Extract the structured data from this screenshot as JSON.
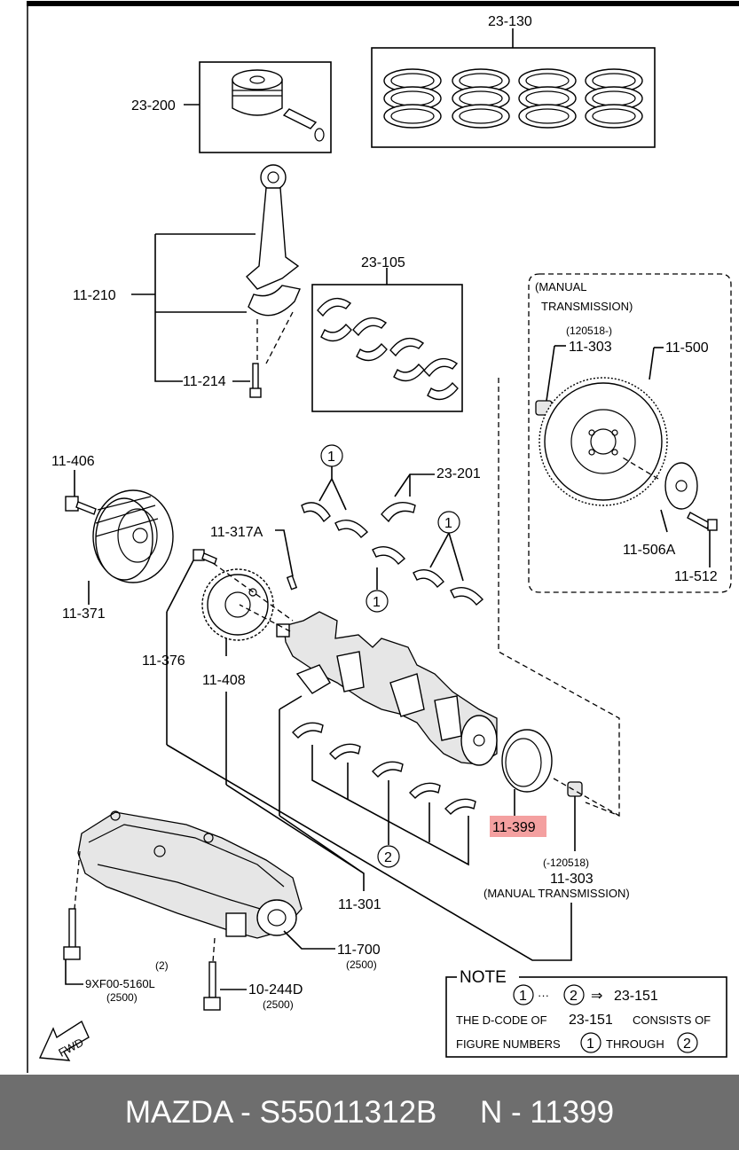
{
  "diagram": {
    "parts": {
      "piston_rings": "23-130",
      "piston": "23-200",
      "connecting_rod": "11-210",
      "conrod_bearings": "23-105",
      "conrod_bolt": "11-214",
      "pulley_bolt": "11-406",
      "crank_pulley": "11-371",
      "pulse_plate_key": "11-317A",
      "thrust_bearing": "23-201",
      "pulse_plate_bolt": "11-376",
      "pulse_plate": "11-408",
      "crankshaft": "11-301",
      "rear_seal": "11-399",
      "pilot_bearing": "11-303",
      "pilot_bearing_top": "11-303",
      "flywheel": "11-500",
      "flywheel_plate": "11-506A",
      "flywheel_bolt": "11-512",
      "balancer": "11-700",
      "balancer_qty": "(2500)",
      "bolt_9xf": "9XF00-5160L",
      "bolt_9xf_qty": "(2)",
      "bolt_9xf_spec": "(2500)",
      "bolt_10": "10-244D",
      "bolt_10_spec": "(2500)"
    },
    "manual_box": {
      "title_line1": "(MANUAL",
      "title_line2": "TRANSMISSION)",
      "date": "(120518-)"
    },
    "lower_note": {
      "date": "(-120518)",
      "transmission": "(MANUAL  TRANSMISSION)"
    },
    "ref_markers": {
      "one": "1",
      "two": "2"
    },
    "note": {
      "title": "NOTE",
      "dots": "···",
      "arrow": "⇒",
      "code": "23-151",
      "line2_a": "THE D-CODE OF",
      "line2_b": "23-151",
      "line2_c": "CONSISTS OF",
      "line3_a": "FIGURE NUMBERS",
      "line3_b": "THROUGH"
    },
    "fwd": "FWD"
  },
  "colors": {
    "highlight": "#f4a0a0",
    "footer_bg": "#6e6e6e",
    "footer_text": "#ffffff"
  },
  "footer": {
    "text": "MAZDA - S55011312B     N - 11399"
  }
}
